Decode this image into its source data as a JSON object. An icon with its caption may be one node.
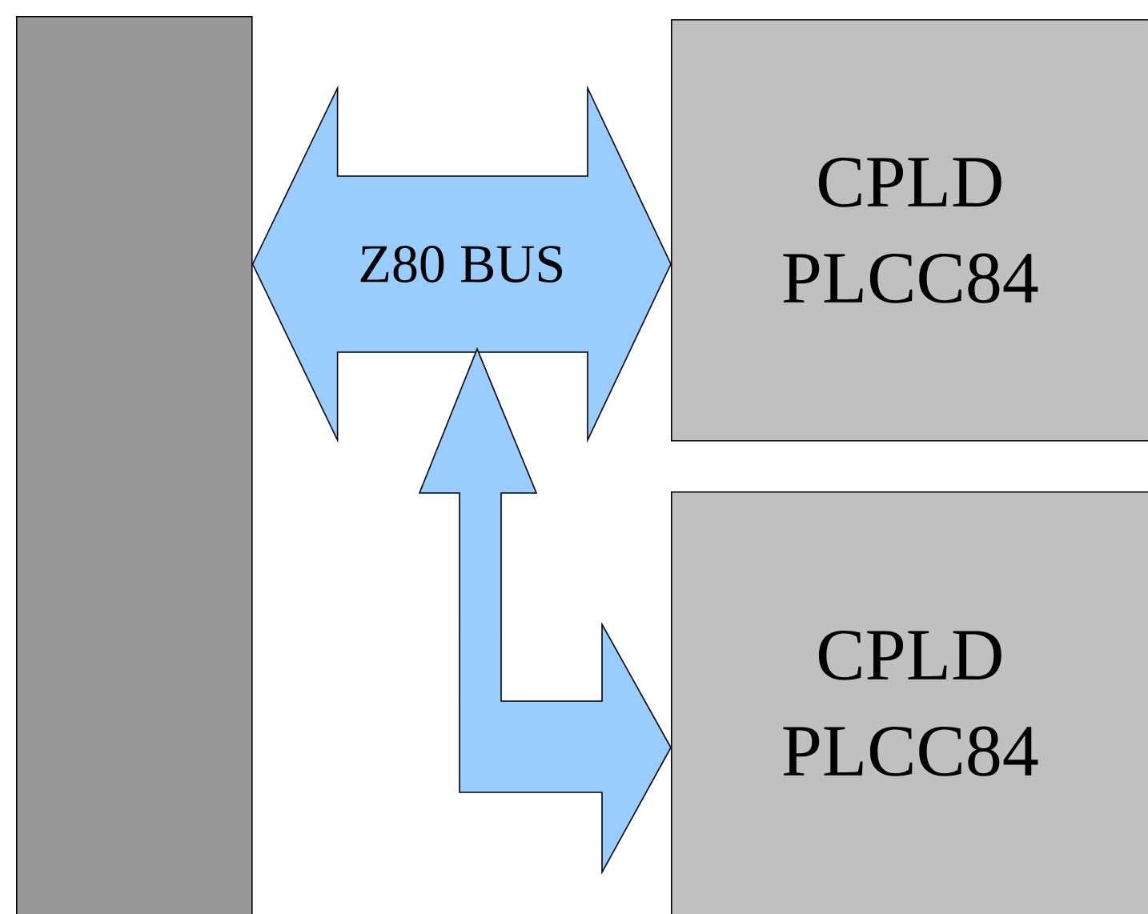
{
  "diagram": {
    "nodes": [
      {
        "text": [],
        "shape": "bar"
      },
      {
        "text": [
          "CPLD PLCC84"
        ]
      },
      {
        "text": [
          "CPLD PLCC84"
        ]
      }
    ],
    "edges": [
      {
        "from": 0,
        "to": 1,
        "arrow": "both",
        "label": "Z80 BUS"
      },
      {
        "from": null,
        "to": 2,
        "arrow": "both"
      }
    ]
  }
}
